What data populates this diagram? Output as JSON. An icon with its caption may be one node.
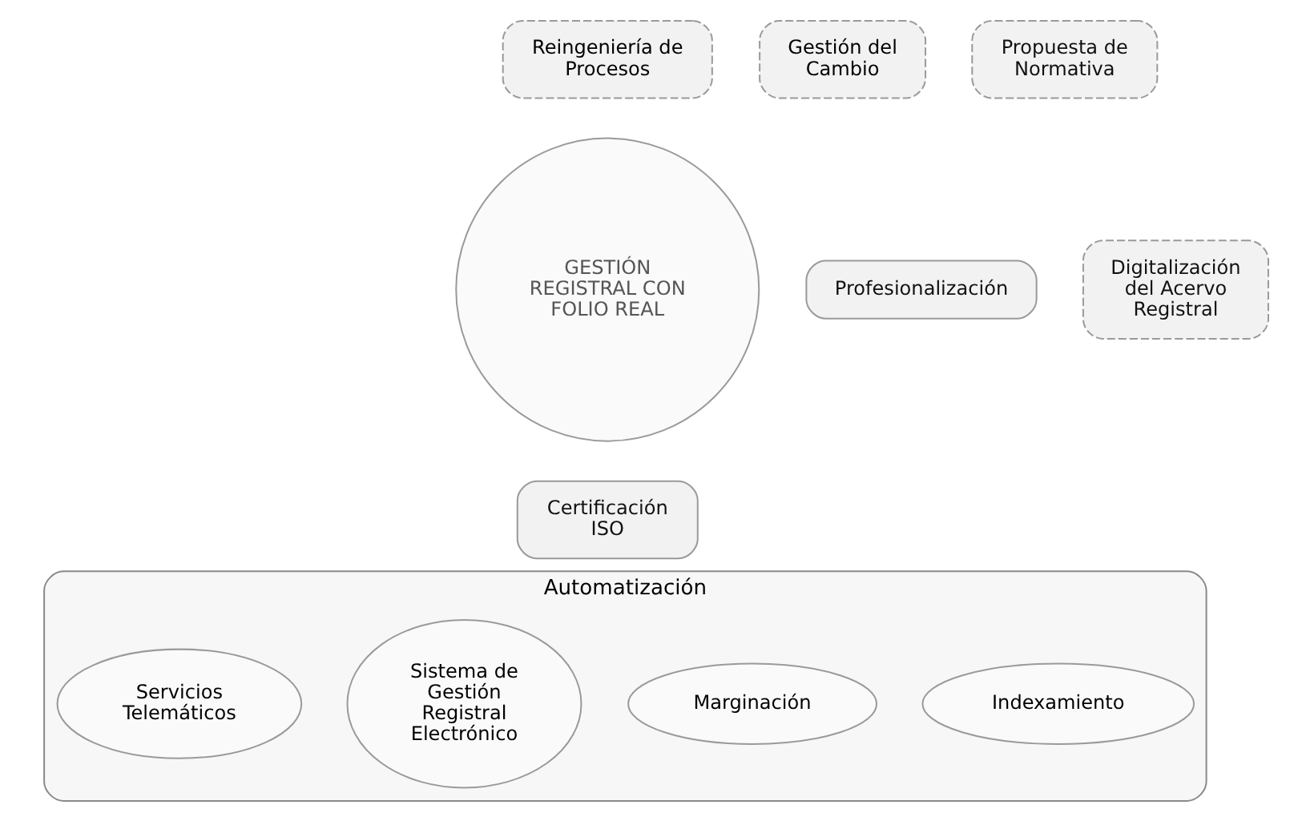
{
  "diagram": {
    "nodes": [
      {
        "text": [
          "Reingeniería de Procesos"
        ]
      },
      {
        "text": [
          "Gestión del Cambio"
        ]
      },
      {
        "text": [
          "Propuesta de Normativa"
        ]
      },
      {
        "text": [
          "GESTIÓN REGISTRAL CON FOLIO REAL"
        ]
      },
      {
        "text": [
          "Profesionalización"
        ]
      },
      {
        "text": [
          "Digitalización del Acervo Registral"
        ]
      },
      {
        "text": [
          "Certificación ISO"
        ]
      },
      {
        "text": [
          "Automatización"
        ]
      },
      {
        "text": [
          "Indexamiento"
        ],
        "in": 7
      },
      {
        "text": [
          "Marginación"
        ],
        "in": 7
      },
      {
        "text": [
          "Sistema de Gestión Registral Electrónico"
        ],
        "in": 7
      },
      {
        "text": [
          "Servicios Telemáticos"
        ],
        "in": 7
      }
    ]
  }
}
